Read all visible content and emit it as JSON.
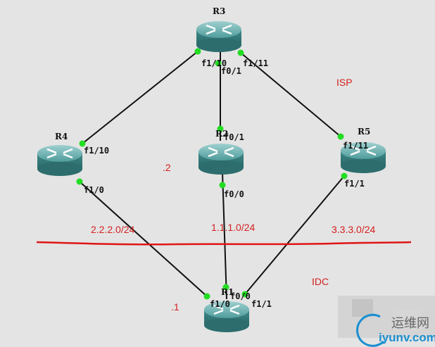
{
  "routers": {
    "r3": {
      "name": "R3",
      "ports": [
        "f1/10",
        "f0/1",
        "f1/11"
      ]
    },
    "r4": {
      "name": "R4",
      "ports": [
        "f1/10",
        "f1/0"
      ]
    },
    "r2": {
      "name": "R2",
      "ports": [
        "f0/1",
        "f0/0"
      ]
    },
    "r5": {
      "name": "R5",
      "ports": [
        "f1/11",
        "f1/1"
      ]
    },
    "r1": {
      "name": "R1",
      "ports": [
        "f0/0",
        "f1/0",
        "f1/1"
      ]
    }
  },
  "annotations": {
    "isp": "ISP",
    "idc": "IDC",
    "gw2": ".2",
    "gw1": ".1",
    "net_left": "2.2.2.0/24",
    "net_mid": "1.1.1.0/24",
    "net_right": "3.3.3.0/24"
  },
  "watermark": {
    "cn": "运维网",
    "site": "iyunv.com"
  },
  "colors": {
    "link": "#111111",
    "port_dot": "#22dd22",
    "annotation": "#d42020",
    "router": "#3a8c8c"
  }
}
